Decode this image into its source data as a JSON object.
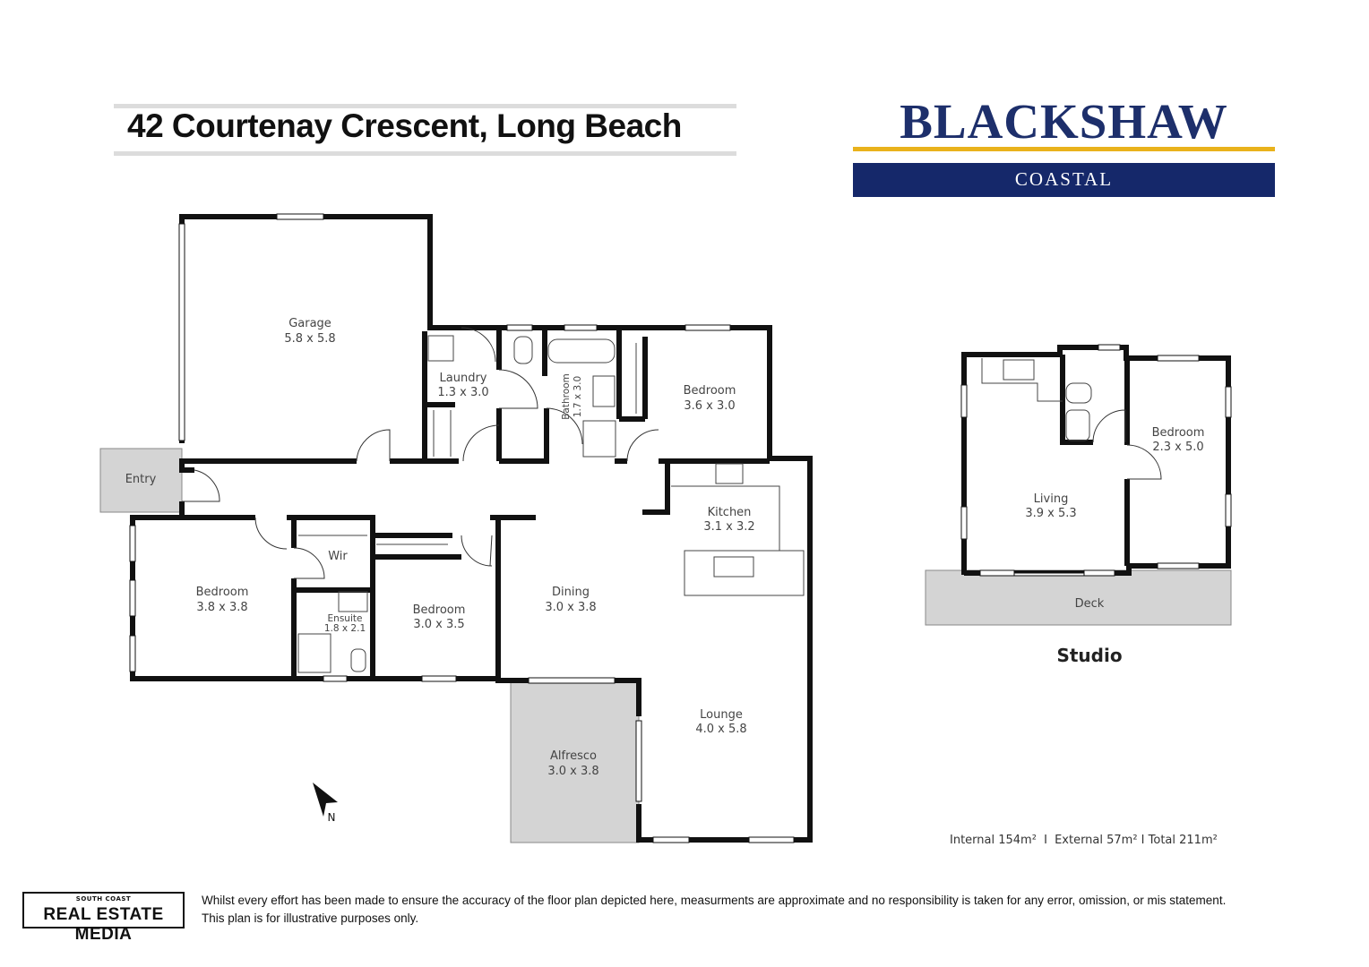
{
  "header": {
    "title": "42 Courtenay Crescent, Long Beach"
  },
  "brand": {
    "name": "BLACKSHAW",
    "sub": "COASTAL",
    "navy": "#15286a",
    "gold": "#e9b21c"
  },
  "rooms": {
    "garage": {
      "name": "Garage",
      "size": "5.8 x 5.8"
    },
    "laundry": {
      "name": "Laundry",
      "size": "1.3 x 3.0"
    },
    "bathroom": {
      "name": "Bathroom",
      "size": "1.7 x 3.0"
    },
    "bedroom_ne": {
      "name": "Bedroom",
      "size": "3.6 x 3.0"
    },
    "entry": {
      "name": "Entry"
    },
    "kitchen": {
      "name": "Kitchen",
      "size": "3.1 x 3.2"
    },
    "wir": {
      "name": "Wir"
    },
    "bedroom_master": {
      "name": "Bedroom",
      "size": "3.8 x 3.8"
    },
    "ensuite": {
      "name": "Ensuite",
      "size": "1.8 x 2.1"
    },
    "bedroom_mid": {
      "name": "Bedroom",
      "size": "3.0 x 3.5"
    },
    "dining": {
      "name": "Dining",
      "size": "3.0 x 3.8"
    },
    "lounge": {
      "name": "Lounge",
      "size": "4.0 x 5.8"
    },
    "alfresco": {
      "name": "Alfresco",
      "size": "3.0 x 3.8"
    }
  },
  "compass": {
    "label": "N"
  },
  "studio": {
    "title": "Studio",
    "living": {
      "name": "Living",
      "size": "3.9 x 5.3"
    },
    "bedroom": {
      "name": "Bedroom",
      "size": "2.3 x 5.0"
    },
    "deck": {
      "name": "Deck"
    }
  },
  "areas": {
    "internal": "Internal 154m²",
    "sep": "I",
    "external": "External 57m² I Total 211m²"
  },
  "footer": {
    "logo_top": "SOUTH COAST",
    "logo_main": "REAL ESTATE MEDIA",
    "disclaimer_line1": "Whilst every effort has been made to ensure the accuracy of the floor plan depicted here, measurments are approximate and no responsibility is taken for any error, omission, or mis statement.",
    "disclaimer_line2": "This plan is for illustrative purposes only."
  },
  "colors": {
    "wall": "#111111",
    "shaded": "#d4d4d4",
    "window": "#ffffff"
  }
}
